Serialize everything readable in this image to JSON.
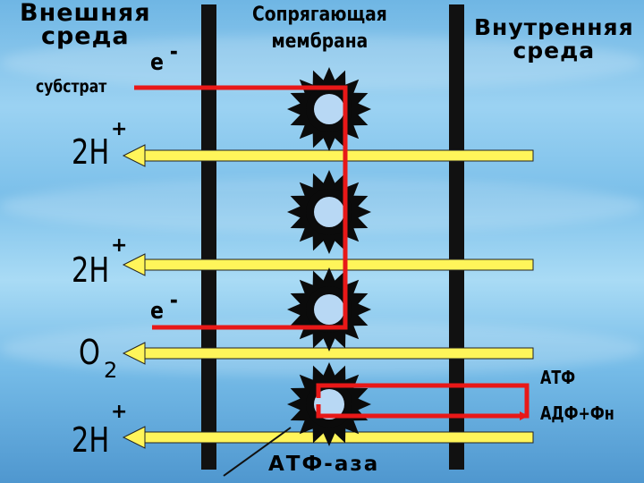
{
  "outer": {
    "line1": "Внешняя",
    "line2": "среда"
  },
  "membrane": {
    "line1": "Сопрягающая",
    "line2": "мембрана"
  },
  "inner": {
    "line1": "Внутренняя",
    "line2": "среда"
  },
  "substrate": "субстрат",
  "electron": {
    "symbol": "е",
    "charge": "-"
  },
  "proton": {
    "symbol": "2Н",
    "charge": "+"
  },
  "oxygen": {
    "symbol": "О",
    "index": "2"
  },
  "atp": "АТФ",
  "adp": "АДФ+Фн",
  "atp_ase": "АТФ-аза",
  "colors": {
    "arrow_yellow": "#fff55a",
    "electron_path": "#e81818",
    "membrane_bar": "#111111",
    "gear_core": "#b8d8f4"
  }
}
